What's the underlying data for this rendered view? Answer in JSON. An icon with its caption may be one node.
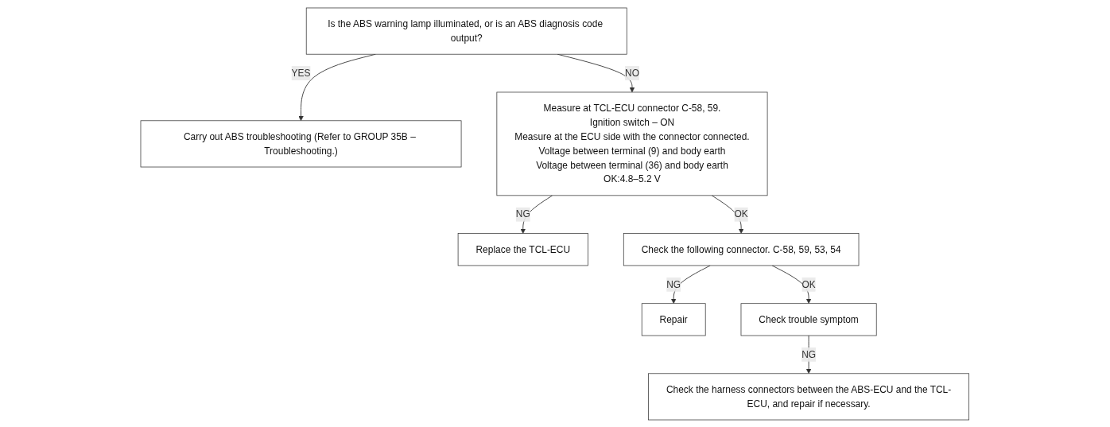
{
  "diagram": {
    "nodes": [
      {
        "text": [
          "Is the ABS warning lamp illuminated, or is an ABS diagnosis code output?"
        ]
      },
      {
        "text": [
          "Carry out ABS troubleshooting (Refer to GROUP 35B – Troubleshooting.)"
        ]
      },
      {
        "text": [
          "Measure at TCL-ECU connector C-58, 59.",
          "Ignition switch – ON",
          "Measure at the ECU side with the connector connected.",
          "Voltage between terminal (9) and body earth",
          "Voltage between terminal (36) and body earth",
          "OK:4.8–5.2 V"
        ]
      },
      {
        "text": [
          "Replace the TCL-ECU"
        ]
      },
      {
        "text": [
          "Check the following connector. C-58, 59, 53, 54"
        ]
      },
      {
        "text": [
          "Repair"
        ]
      },
      {
        "text": [
          "Check trouble symptom"
        ]
      },
      {
        "text": [
          "Check the harness connectors between the ABS-ECU and the TCL-ECU, and repair if necessary."
        ]
      }
    ],
    "edges": [
      {
        "from": 0,
        "to": 1,
        "arrow": "to",
        "label": "YES"
      },
      {
        "from": 0,
        "to": 2,
        "arrow": "to",
        "label": "NO"
      },
      {
        "from": 2,
        "to": 3,
        "arrow": "to",
        "label": "NG"
      },
      {
        "from": 2,
        "to": 4,
        "arrow": "to",
        "label": "OK"
      },
      {
        "from": 4,
        "to": 5,
        "arrow": "to",
        "label": "NG"
      },
      {
        "from": 4,
        "to": 6,
        "arrow": "to",
        "label": "OK"
      },
      {
        "from": 6,
        "to": 7,
        "arrow": "to",
        "label": "NG"
      }
    ]
  }
}
